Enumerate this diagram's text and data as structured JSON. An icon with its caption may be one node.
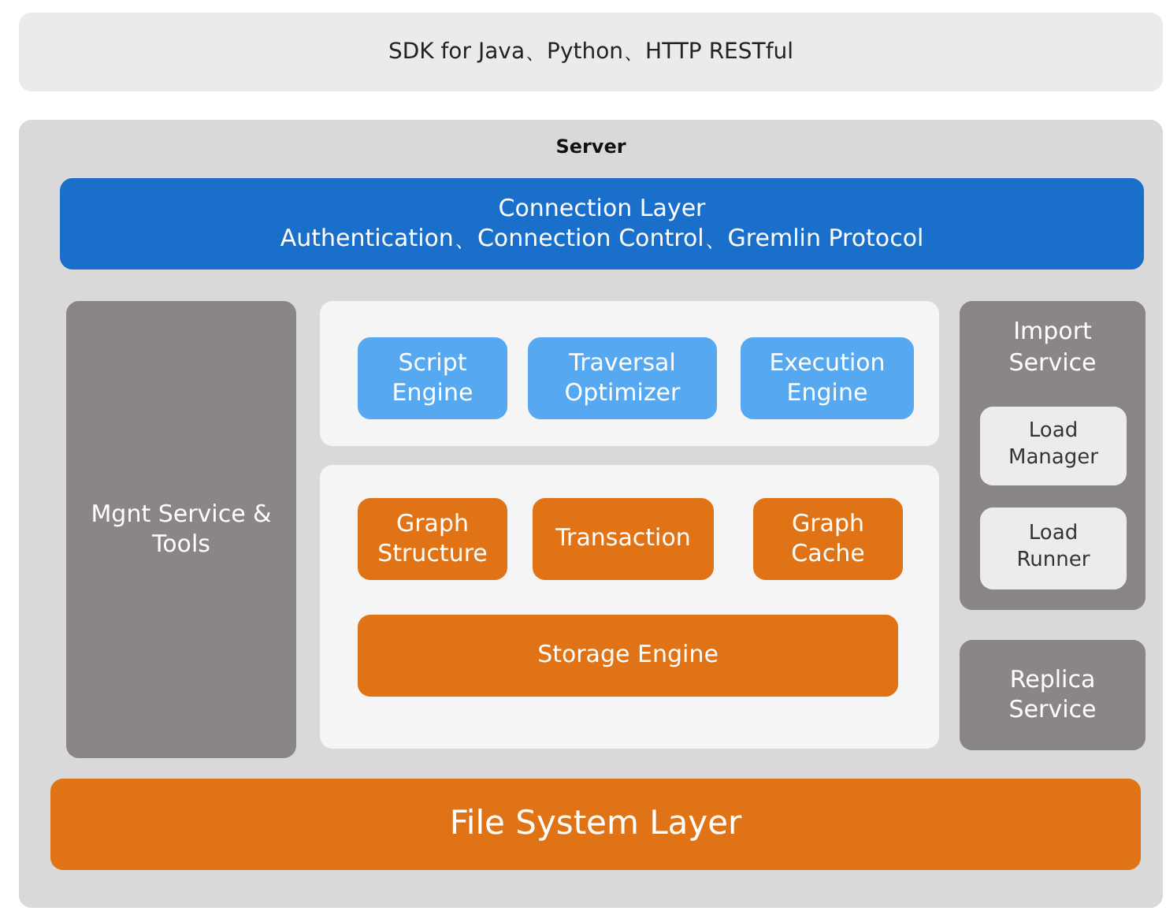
{
  "diagram": {
    "nodes": [
      {
        "text": [
          "SDK for Java、Python、HTTP RESTful"
        ]
      },
      {
        "text": [
          "Server"
        ]
      },
      {
        "text": [
          "Connection Layer",
          "Authentication、Connection Control、Gremlin Protocol"
        ],
        "in": 1
      },
      {
        "text": [
          "Mgnt Service & Tools"
        ],
        "in": 1
      },
      {
        "text": [],
        "shape": "box",
        "in": 1
      },
      {
        "text": [
          "Script Engine"
        ],
        "in": 4
      },
      {
        "text": [
          "Traversal Optimizer"
        ],
        "in": 4
      },
      {
        "text": [
          "Execution Engine"
        ],
        "in": 4
      },
      {
        "text": [],
        "shape": "box",
        "in": 1
      },
      {
        "text": [
          "Graph Structure"
        ],
        "in": 8
      },
      {
        "text": [
          "Transaction"
        ],
        "in": 8
      },
      {
        "text": [
          "Graph Cache"
        ],
        "in": 8
      },
      {
        "text": [
          "Storage Engine"
        ],
        "in": 8
      },
      {
        "text": [
          "Import Service"
        ],
        "in": 1
      },
      {
        "text": [
          "Load Manager"
        ],
        "in": 13
      },
      {
        "text": [
          "Load Runner"
        ],
        "in": 13
      },
      {
        "text": [
          "Replica Service"
        ],
        "in": 1
      },
      {
        "text": [
          "File System Layer"
        ],
        "in": 1
      }
    ]
  }
}
